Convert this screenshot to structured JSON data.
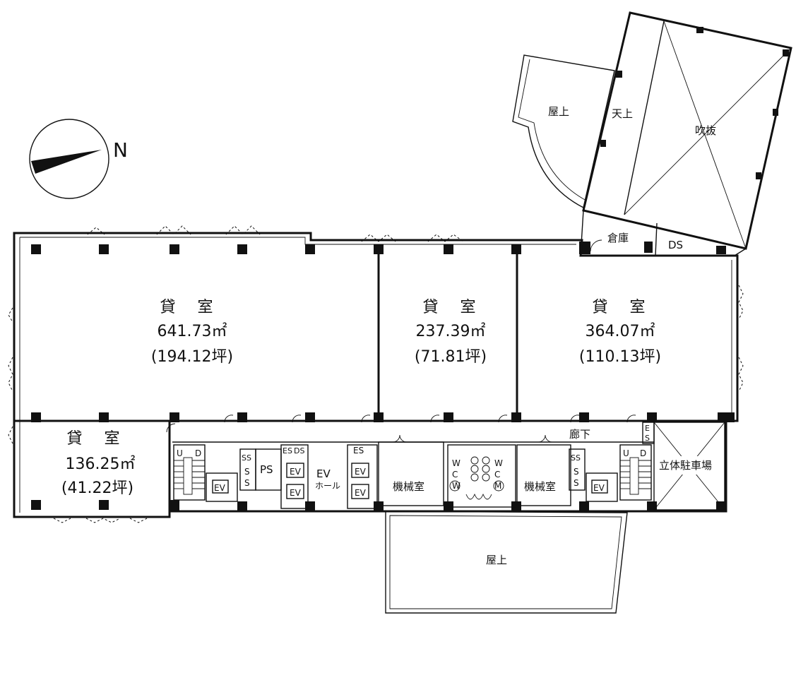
{
  "compass": {
    "label": "N"
  },
  "rooms": [
    {
      "id": "room-a",
      "title": "貸 室",
      "area": "641.73㎡",
      "tsubo": "(194.12坪)"
    },
    {
      "id": "room-b",
      "title": "貸 室",
      "area": "237.39㎡",
      "tsubo": "(71.81坪)"
    },
    {
      "id": "room-c",
      "title": "貸 室",
      "area": "364.07㎡",
      "tsubo": "(110.13坪)"
    },
    {
      "id": "room-d",
      "title": "貸 室",
      "area": "136.25㎡",
      "tsubo": "(41.22坪)"
    }
  ],
  "labels": {
    "rooftop_top": "屋上",
    "ceiling_top": "天上",
    "atrium": "吹抜",
    "storage": "倉庫",
    "ds_top": "DS",
    "corridor": "廊下",
    "parking": "立体駐車場",
    "ps": "PS",
    "ev_hall_1": "EV",
    "ev_hall_2": "ホール",
    "machine_room_1": "機械室",
    "machine_room_2": "機械室",
    "rooftop_bottom": "屋上",
    "ev": "EV",
    "es": "ES",
    "ds": "DS",
    "ss": "SS",
    "s": "S",
    "u": "U",
    "d": "D",
    "e": "E",
    "w": "W",
    "c": "C",
    "m": "M"
  }
}
